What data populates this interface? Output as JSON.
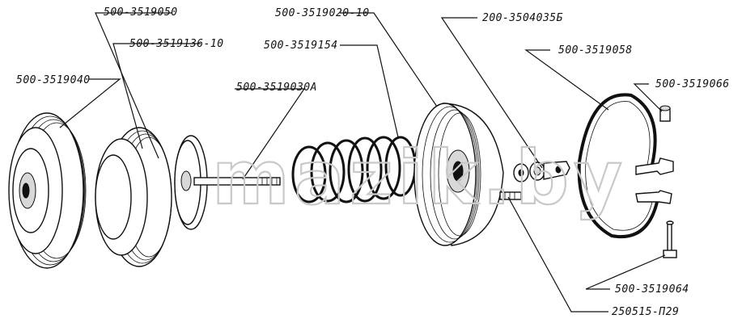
{
  "watermark": "mazik.by",
  "labels": [
    {
      "id": "p-500-3519050",
      "text": "500-3519050"
    },
    {
      "id": "p-500-3519136-10",
      "text": "500-3519136-10"
    },
    {
      "id": "p-500-3519040",
      "text": "500-3519040"
    },
    {
      "id": "p-500-3519030a",
      "text": "500-3519030A"
    },
    {
      "id": "p-500-3519154",
      "text": "500-3519154"
    },
    {
      "id": "p-500-3519020-10",
      "text": "500-3519020-10"
    },
    {
      "id": "p-200-3504035b",
      "text": "200-3504035Б"
    },
    {
      "id": "p-500-3519058",
      "text": "500-3519058"
    },
    {
      "id": "p-500-3519066",
      "text": "500-3519066"
    },
    {
      "id": "p-500-3519064",
      "text": "500-3519064"
    },
    {
      "id": "p-250515-p29",
      "text": "250515-П29"
    }
  ]
}
